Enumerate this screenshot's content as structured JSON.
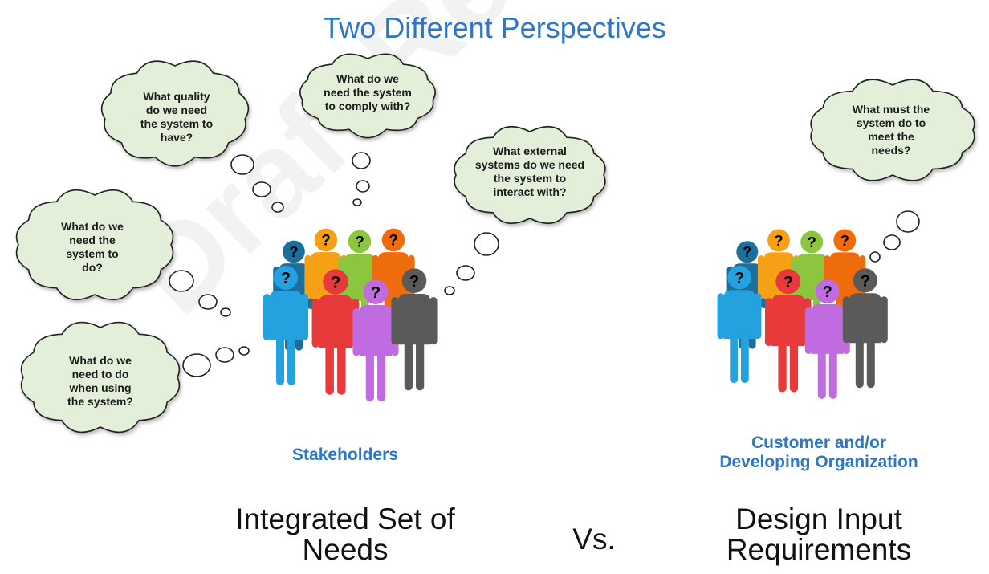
{
  "title": "Two Different Perspectives",
  "watermark": "Draft Review Only",
  "bubbles": {
    "quality": [
      "What quality",
      "do we need",
      "the system to",
      "have?"
    ],
    "comply": [
      "What do we",
      "need the system",
      "to comply with?"
    ],
    "external": [
      "What external",
      "systems do we need",
      "the system to",
      "interact with?"
    ],
    "do": [
      "What do we",
      "need the",
      "system to",
      "do?"
    ],
    "using": [
      "What do we",
      "need to do",
      "when using",
      "the system?"
    ],
    "must": [
      "What must  the",
      "system do to",
      "meet the",
      "needs?"
    ]
  },
  "stakeholders_label": "Stakeholders",
  "customer_label": [
    "Customer and/or",
    "Developing Organization"
  ],
  "left_big": [
    "Integrated Set of",
    "Needs"
  ],
  "vs": "Vs.",
  "right_big": [
    "Design Input",
    "Requirements"
  ],
  "people_colors": {
    "navy": "#1b6f9a",
    "orange": "#f5a015",
    "lime": "#8cc63f",
    "darkorange": "#ef6c0c",
    "blue": "#24a2e0",
    "red": "#e8393b",
    "purple": "#c16be0",
    "gray": "#5a5a5a"
  }
}
